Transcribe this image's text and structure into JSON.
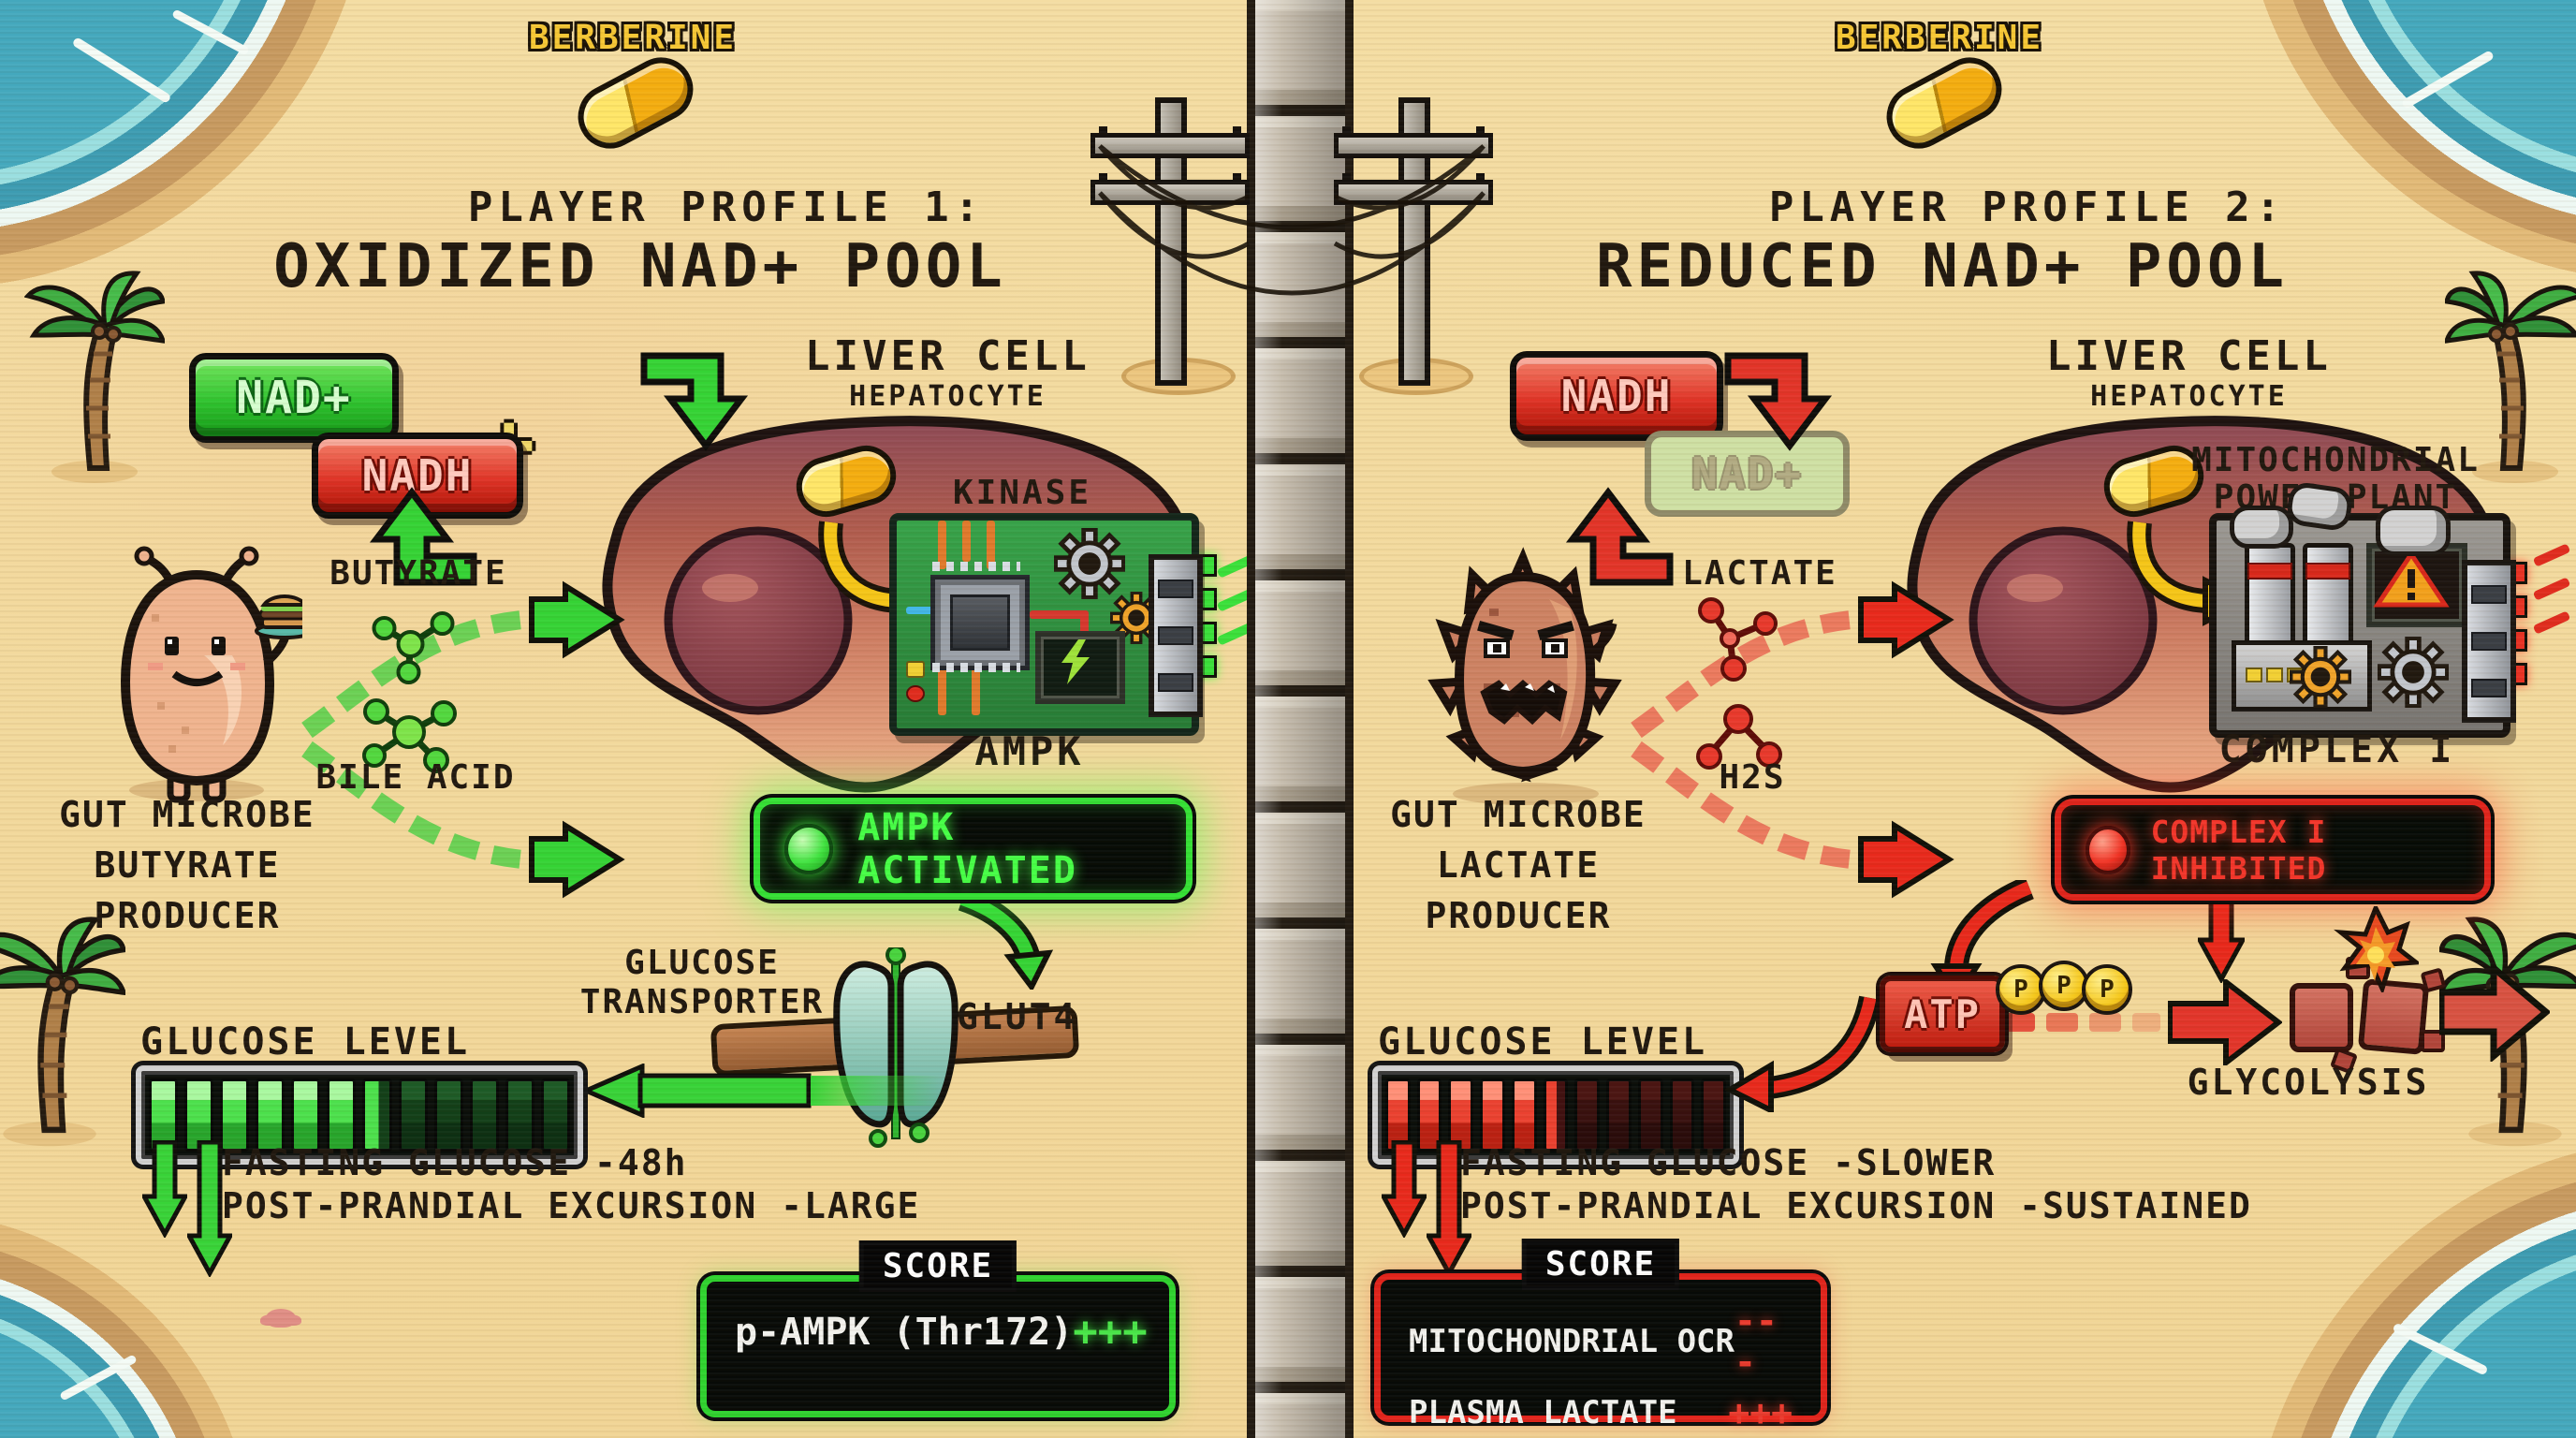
{
  "palette": {
    "sand": "#f2d89c",
    "ink": "#20180f",
    "water": "#44a8bd",
    "green_accent": "#35e035",
    "red_accent": "#e0241c",
    "berberine_yellow": "#f6c735"
  },
  "left": {
    "drug_label": "BERBERINE",
    "profile_label": "PLAYER PROFILE 1:",
    "profile_title": "OXIDIZED NAD+ POOL",
    "redox_primary": "NAD+",
    "redox_plus": "+",
    "redox_secondary": "NADH",
    "cell_title": "LIVER CELL",
    "cell_subtitle": "HEPATOCYTE",
    "module_label": "KINASE",
    "module_sublabel": "AMPK",
    "metabolite_1": "BUTYRATE",
    "metabolite_2": "BILE ACID",
    "microbe_line1": "GUT MICROBE",
    "microbe_line2": "BUTYRATE",
    "microbe_line3": "PRODUCER",
    "status_text": "AMPK ACTIVATED",
    "transporter_line1": "GLUCOSE",
    "transporter_line2": "TRANSPORTER",
    "transporter_name": "GLUT4",
    "meter_label": "GLUCOSE LEVEL",
    "meter_segments": [
      "on",
      "on",
      "on",
      "on",
      "on",
      "on",
      "half",
      "off",
      "off",
      "off",
      "off",
      "off"
    ],
    "note_1": "FASTING GLUCOSE -48h",
    "note_2": "POST-PRANDIAL EXCURSION -LARGE",
    "score_title": "SCORE",
    "score_rows": [
      {
        "label": "p-AMPK (Thr172)",
        "value": "+++"
      }
    ]
  },
  "right": {
    "drug_label": "BERBERINE",
    "profile_label": "PLAYER PROFILE 2:",
    "profile_title": "REDUCED NAD+ POOL",
    "redox_primary": "NADH",
    "redox_secondary": "NAD+",
    "cell_title": "LIVER CELL",
    "cell_subtitle": "HEPATOCYTE",
    "module_label_line1": "MITOCHONDRIAL",
    "module_label_line2": "POWER PLANT",
    "module_sublabel": "COMPLEX I",
    "metabolite_1": "LACTATE",
    "metabolite_2": "H2S",
    "microbe_line1": "GUT MICROBE",
    "microbe_line2": "LACTATE",
    "microbe_line3": "PRODUCER",
    "status_text": "COMPLEX I INHIBITED",
    "atp_label": "ATP",
    "phosphate_letter": "P",
    "pathway_label": "GLYCOLYSIS",
    "meter_label": "GLUCOSE LEVEL",
    "meter_segments": [
      "on",
      "on",
      "on",
      "on",
      "on",
      "half",
      "off",
      "off",
      "off",
      "off",
      "off"
    ],
    "note_1": "FASTING GLUCOSE -SLOWER",
    "note_2": "POST-PRANDIAL EXCURSION -SUSTAINED",
    "score_title": "SCORE",
    "score_rows": [
      {
        "label": "MITOCHONDRIAL OCR",
        "value": "---"
      },
      {
        "label": "PLASMA LACTATE",
        "value": "+++"
      }
    ]
  }
}
